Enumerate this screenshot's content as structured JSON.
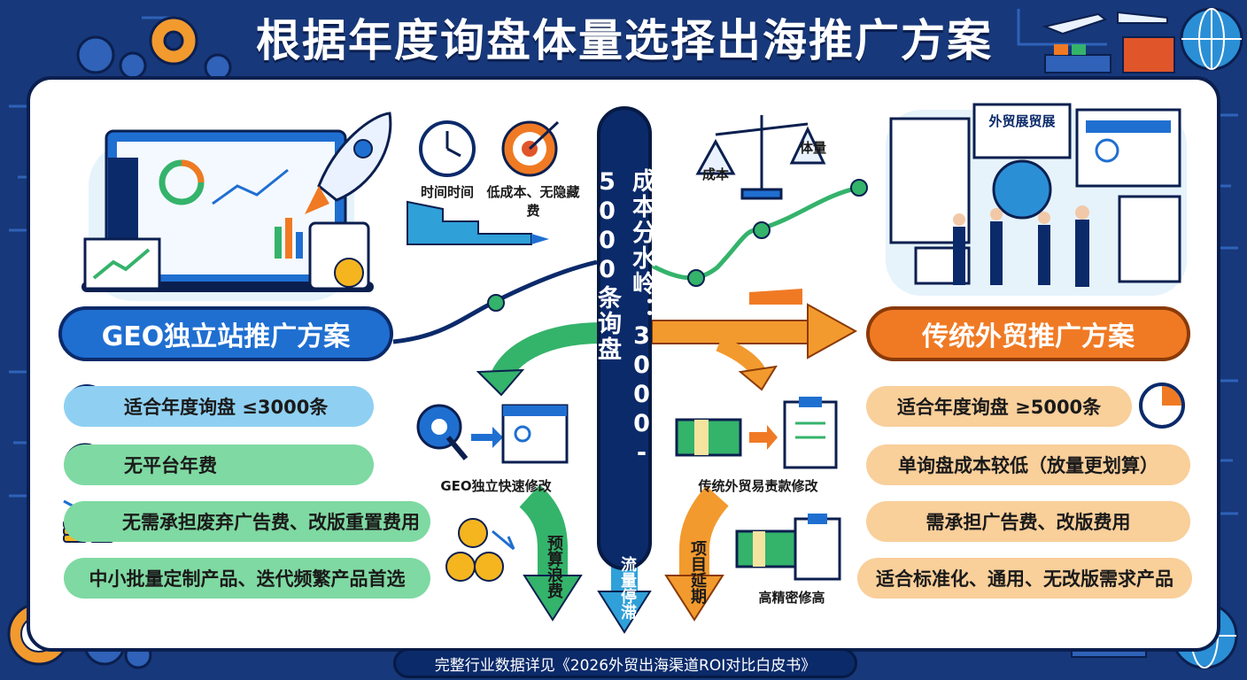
{
  "title": "根据年度询盘体量选择出海推广方案",
  "divider": "成本分水岭：3000-5000条询盘",
  "left": {
    "heading": "GEO独立站推广方案",
    "features": [
      "适合年度询盘 ≤3000条",
      "无平台年费",
      "无需承担废弃广告费、改版重置费用",
      "中小批量定制产品、迭代频繁产品首选"
    ],
    "icon_labels": [
      "GEO独立快速修改"
    ]
  },
  "right": {
    "heading": "传统外贸推广方案",
    "features": [
      "适合年度询盘 ≥5000条",
      "单询盘成本较低（放量更划算）",
      "需承担广告费、改版费用",
      "适合标准化、通用、无改版需求产品"
    ],
    "icon_labels": [
      "传统外贸易责款修改",
      "高精密修高"
    ],
    "expo_sign": "外贸展贸展"
  },
  "center": {
    "icon_labels": [
      "时间时间",
      "低成本、无隐藏费"
    ],
    "scale_left": "成本",
    "scale_right": "体量",
    "down_arrows": [
      "预算浪费",
      "流量停滞",
      "项目延期"
    ]
  },
  "footer": "完整行业数据详见《2026外贸出海渠道ROI对比白皮书》",
  "colors": {
    "navy": "#17387a",
    "blue": "#1f6fd1",
    "orange": "#f07a24",
    "green": "#34b36b"
  }
}
